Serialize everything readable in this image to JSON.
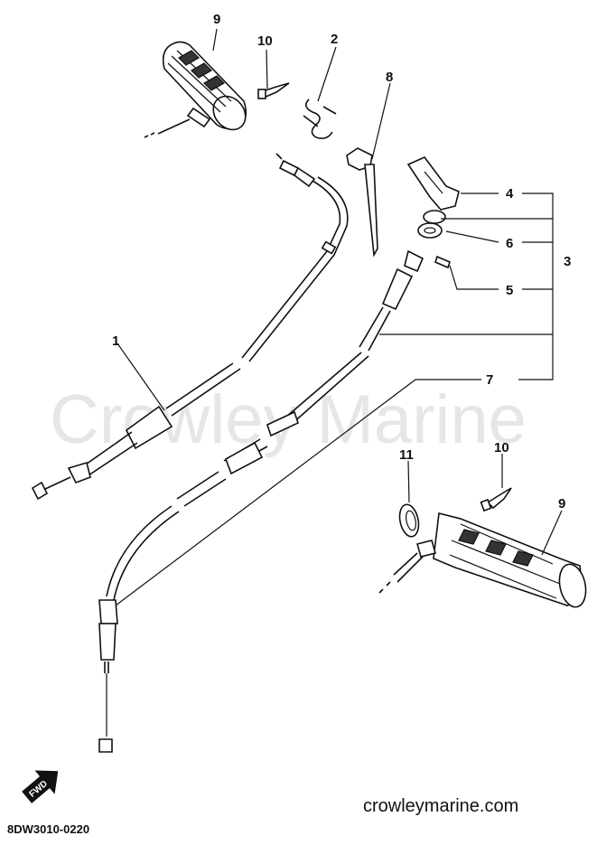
{
  "watermark": "Crowley Marine",
  "footer": {
    "website": "crowleymarine.com",
    "drawing_code": "8DW3010-0220",
    "direction_label": "FWD"
  },
  "callouts": [
    {
      "id": "c1",
      "label": "1"
    },
    {
      "id": "c2",
      "label": "2"
    },
    {
      "id": "c3",
      "label": "3"
    },
    {
      "id": "c4",
      "label": "4"
    },
    {
      "id": "c5",
      "label": "5"
    },
    {
      "id": "c6",
      "label": "6"
    },
    {
      "id": "c7",
      "label": "7"
    },
    {
      "id": "c8",
      "label": "8"
    },
    {
      "id": "c9a",
      "label": "9"
    },
    {
      "id": "c9b",
      "label": "9"
    },
    {
      "id": "c10a",
      "label": "10"
    },
    {
      "id": "c10b",
      "label": "10"
    },
    {
      "id": "c11",
      "label": "11"
    }
  ]
}
